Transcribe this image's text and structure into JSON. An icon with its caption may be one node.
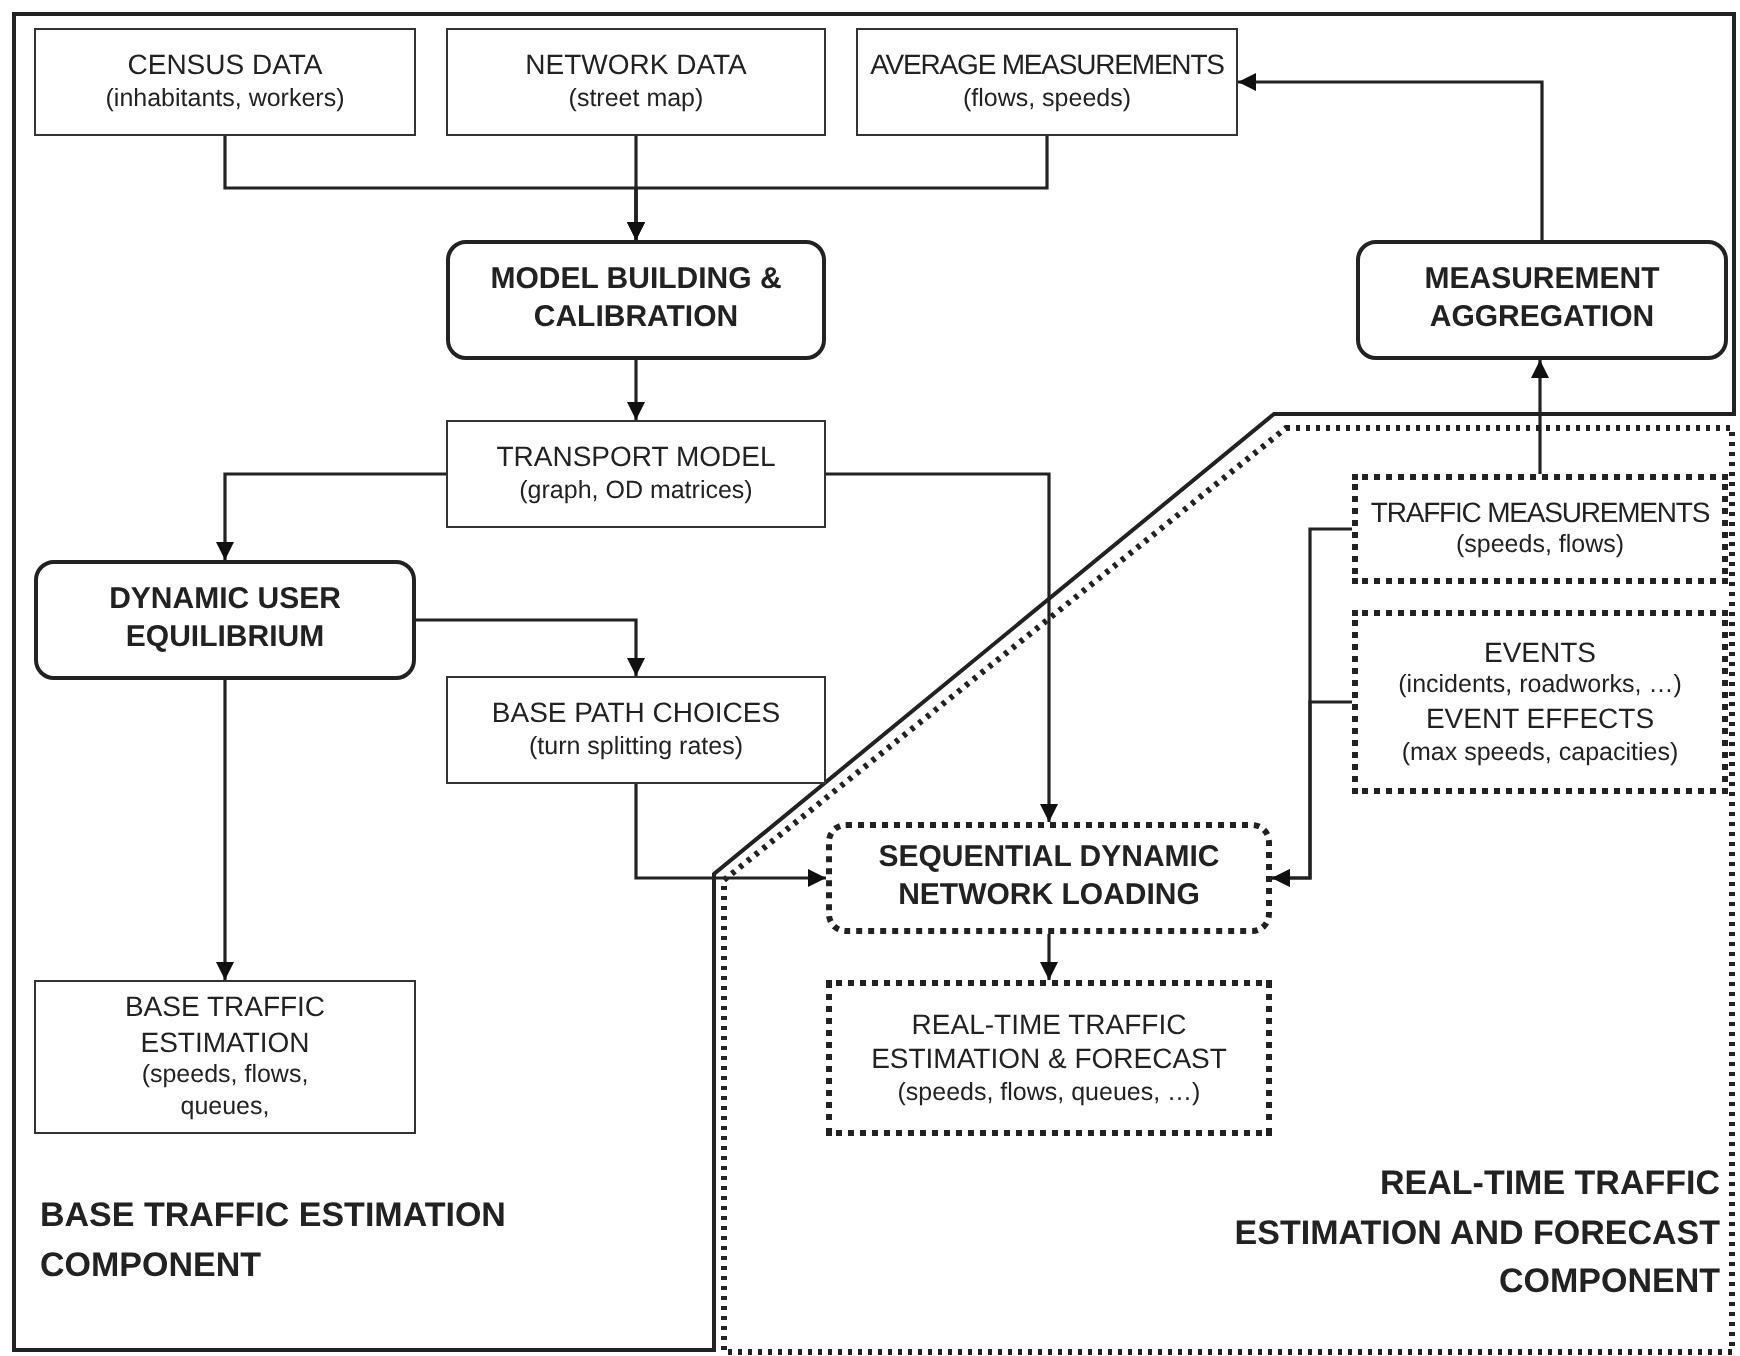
{
  "diagram": {
    "nodes": [
      {
        "text": [
          "BASE TRAFFIC ESTIMATION COMPONENT"
        ]
      },
      {
        "text": [
          "CENSUS DATA",
          "(inhabitants, workers)"
        ],
        "in": 0
      },
      {
        "text": [
          "NETWORK DATA",
          "(street map)"
        ],
        "in": 0
      },
      {
        "text": [
          "AVERAGE MEASUREMENTS",
          "(flows, speeds)"
        ],
        "in": 0
      },
      {
        "text": [
          "MODEL BUILDING & CALIBRATION"
        ],
        "in": 0
      },
      {
        "text": [
          "MEASUREMENT AGGREGATION"
        ],
        "in": 0
      },
      {
        "text": [
          "TRANSPORT MODEL",
          "(graph, OD matrices)"
        ],
        "in": 0
      },
      {
        "text": [
          "REAL-TIME TRAFFIC ESTIMATION AND FORECAST COMPONENT"
        ]
      },
      {
        "text": [
          "TRAFFIC MEASUREMENTS",
          "(speeds, flows)"
        ],
        "in": 7
      },
      {
        "text": [
          "EVENTS",
          "(incidents, roadworks, …)",
          "EVENT EFFECTS",
          "(max speeds, capacities)"
        ],
        "in": 7
      },
      {
        "text": [
          "DYNAMIC USER EQUILIBRIUM"
        ],
        "in": 0
      },
      {
        "text": [
          "BASE PATH CHOICES",
          "(turn splitting rates)"
        ],
        "in": 0
      },
      {
        "text": [
          "SEQUENTIAL DYNAMIC NETWORK LOADING"
        ],
        "in": 7
      },
      {
        "text": [
          "REAL-TIME TRAFFIC ESTIMATION & FORECAST",
          "(speeds, flows, queues, …)"
        ],
        "in": 7
      },
      {
        "text": [
          "BASE TRAFFIC ESTIMATION",
          "(speeds, flows, queues,"
        ],
        "in": 0
      }
    ],
    "edges": [
      {
        "from": 1,
        "to": 4,
        "arrow": "to"
      },
      {
        "from": 2,
        "to": 4,
        "arrow": "to"
      },
      {
        "from": 3,
        "to": 4,
        "arrow": "to"
      },
      {
        "from": 4,
        "to": 6,
        "arrow": "to"
      },
      {
        "from": 6,
        "to": 10,
        "arrow": "to"
      },
      {
        "from": 6,
        "to": 12,
        "arrow": "to"
      },
      {
        "from": 10,
        "to": 11,
        "arrow": "to"
      },
      {
        "from": 10,
        "to": 14,
        "arrow": "to"
      },
      {
        "from": 11,
        "to": 12,
        "arrow": "to"
      },
      {
        "from": 8,
        "to": 12,
        "arrow": "to"
      },
      {
        "from": 9,
        "to": 12,
        "arrow": "to"
      },
      {
        "from": 12,
        "to": 13,
        "arrow": "to"
      },
      {
        "from": 8,
        "to": 5,
        "arrow": "to"
      },
      {
        "from": 5,
        "to": 3,
        "arrow": "to"
      }
    ]
  }
}
